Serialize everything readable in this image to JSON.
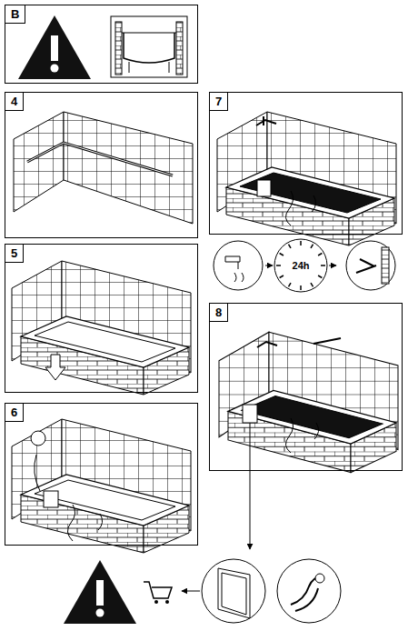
{
  "diagram": {
    "nodes": [
      {
        "text": [
          "B"
        ]
      },
      {
        "text": [
          "4"
        ]
      },
      {
        "text": [
          "7"
        ]
      },
      {
        "text": [
          "5"
        ]
      },
      {
        "text": [
          "6"
        ]
      },
      {
        "text": [
          "8"
        ]
      },
      {
        "text": [
          "24h"
        ]
      }
    ]
  }
}
